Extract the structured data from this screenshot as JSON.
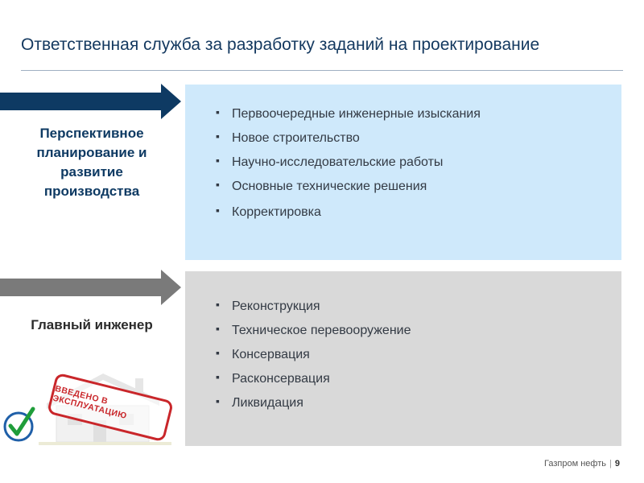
{
  "header": {
    "title": "Ответственная служба за разработку заданий на проектирование"
  },
  "sections": [
    {
      "label": "Перспективное планирование и развитие производства",
      "items": [
        "Первоочередные инженерные изыскания",
        "Новое строительство",
        "Научно-исследовательские работы",
        "Основные технические решения",
        "Корректировка"
      ]
    },
    {
      "label": "Главный инженер",
      "items": [
        "Реконструкция",
        "Техническое перевооружение",
        "Консервация",
        "Расконсервация",
        "Ликвидация"
      ]
    }
  ],
  "stamp": {
    "text": "ВВЕДЕНО В ЭКСПЛУАТАЦИЮ"
  },
  "footer": {
    "company": "Газпром нефть",
    "separator": "|",
    "page": "9"
  },
  "colors": {
    "title": "#13385f",
    "arrow_1": "#0e3a63",
    "arrow_2": "#7a7a7a",
    "panel_1": "#cfe9fb",
    "panel_2": "#d9d9d9",
    "stamp": "#c9262a",
    "check": "#1f9d3a"
  }
}
